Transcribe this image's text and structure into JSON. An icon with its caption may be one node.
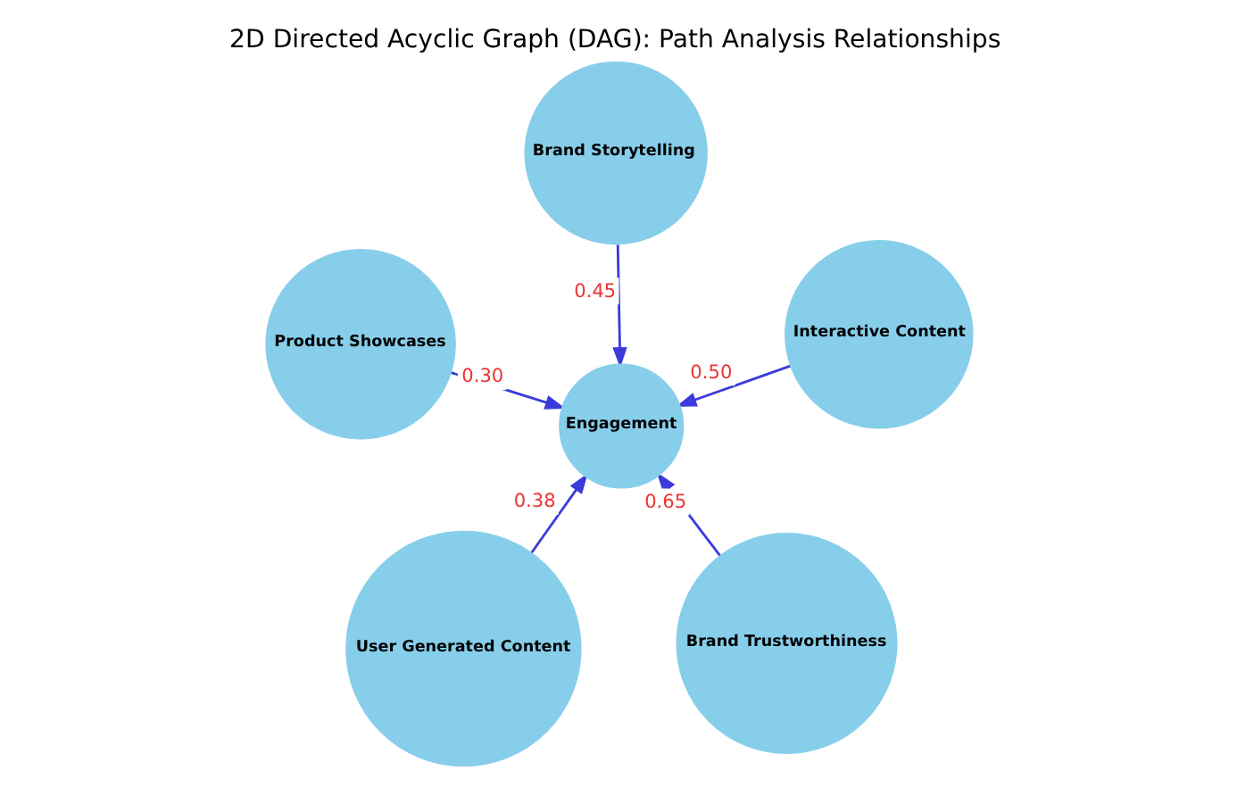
{
  "diagram": {
    "title": "2D Directed Acyclic Graph (DAG): Path Analysis Relationships",
    "nodes": [
      {
        "text": [
          "User Generated Content"
        ]
      },
      {
        "text": [
          "Brand Trustworthiness"
        ]
      },
      {
        "text": [
          "Engagement"
        ]
      },
      {
        "text": [
          "Brand Storytelling"
        ]
      },
      {
        "text": [
          "Interactive Content"
        ]
      },
      {
        "text": [
          "Product Showcases"
        ]
      }
    ],
    "edges": [
      {
        "from": 1,
        "to": 2,
        "arrow": "to",
        "label": "0.65"
      },
      {
        "from": 0,
        "to": 2,
        "arrow": "to",
        "label": "0.38"
      },
      {
        "from": 4,
        "to": 2,
        "arrow": "to",
        "label": "0.50"
      },
      {
        "from": 3,
        "to": 2,
        "arrow": "to",
        "label": "0.45"
      },
      {
        "from": 5,
        "to": 2,
        "arrow": "to",
        "label": "0.30"
      }
    ]
  }
}
